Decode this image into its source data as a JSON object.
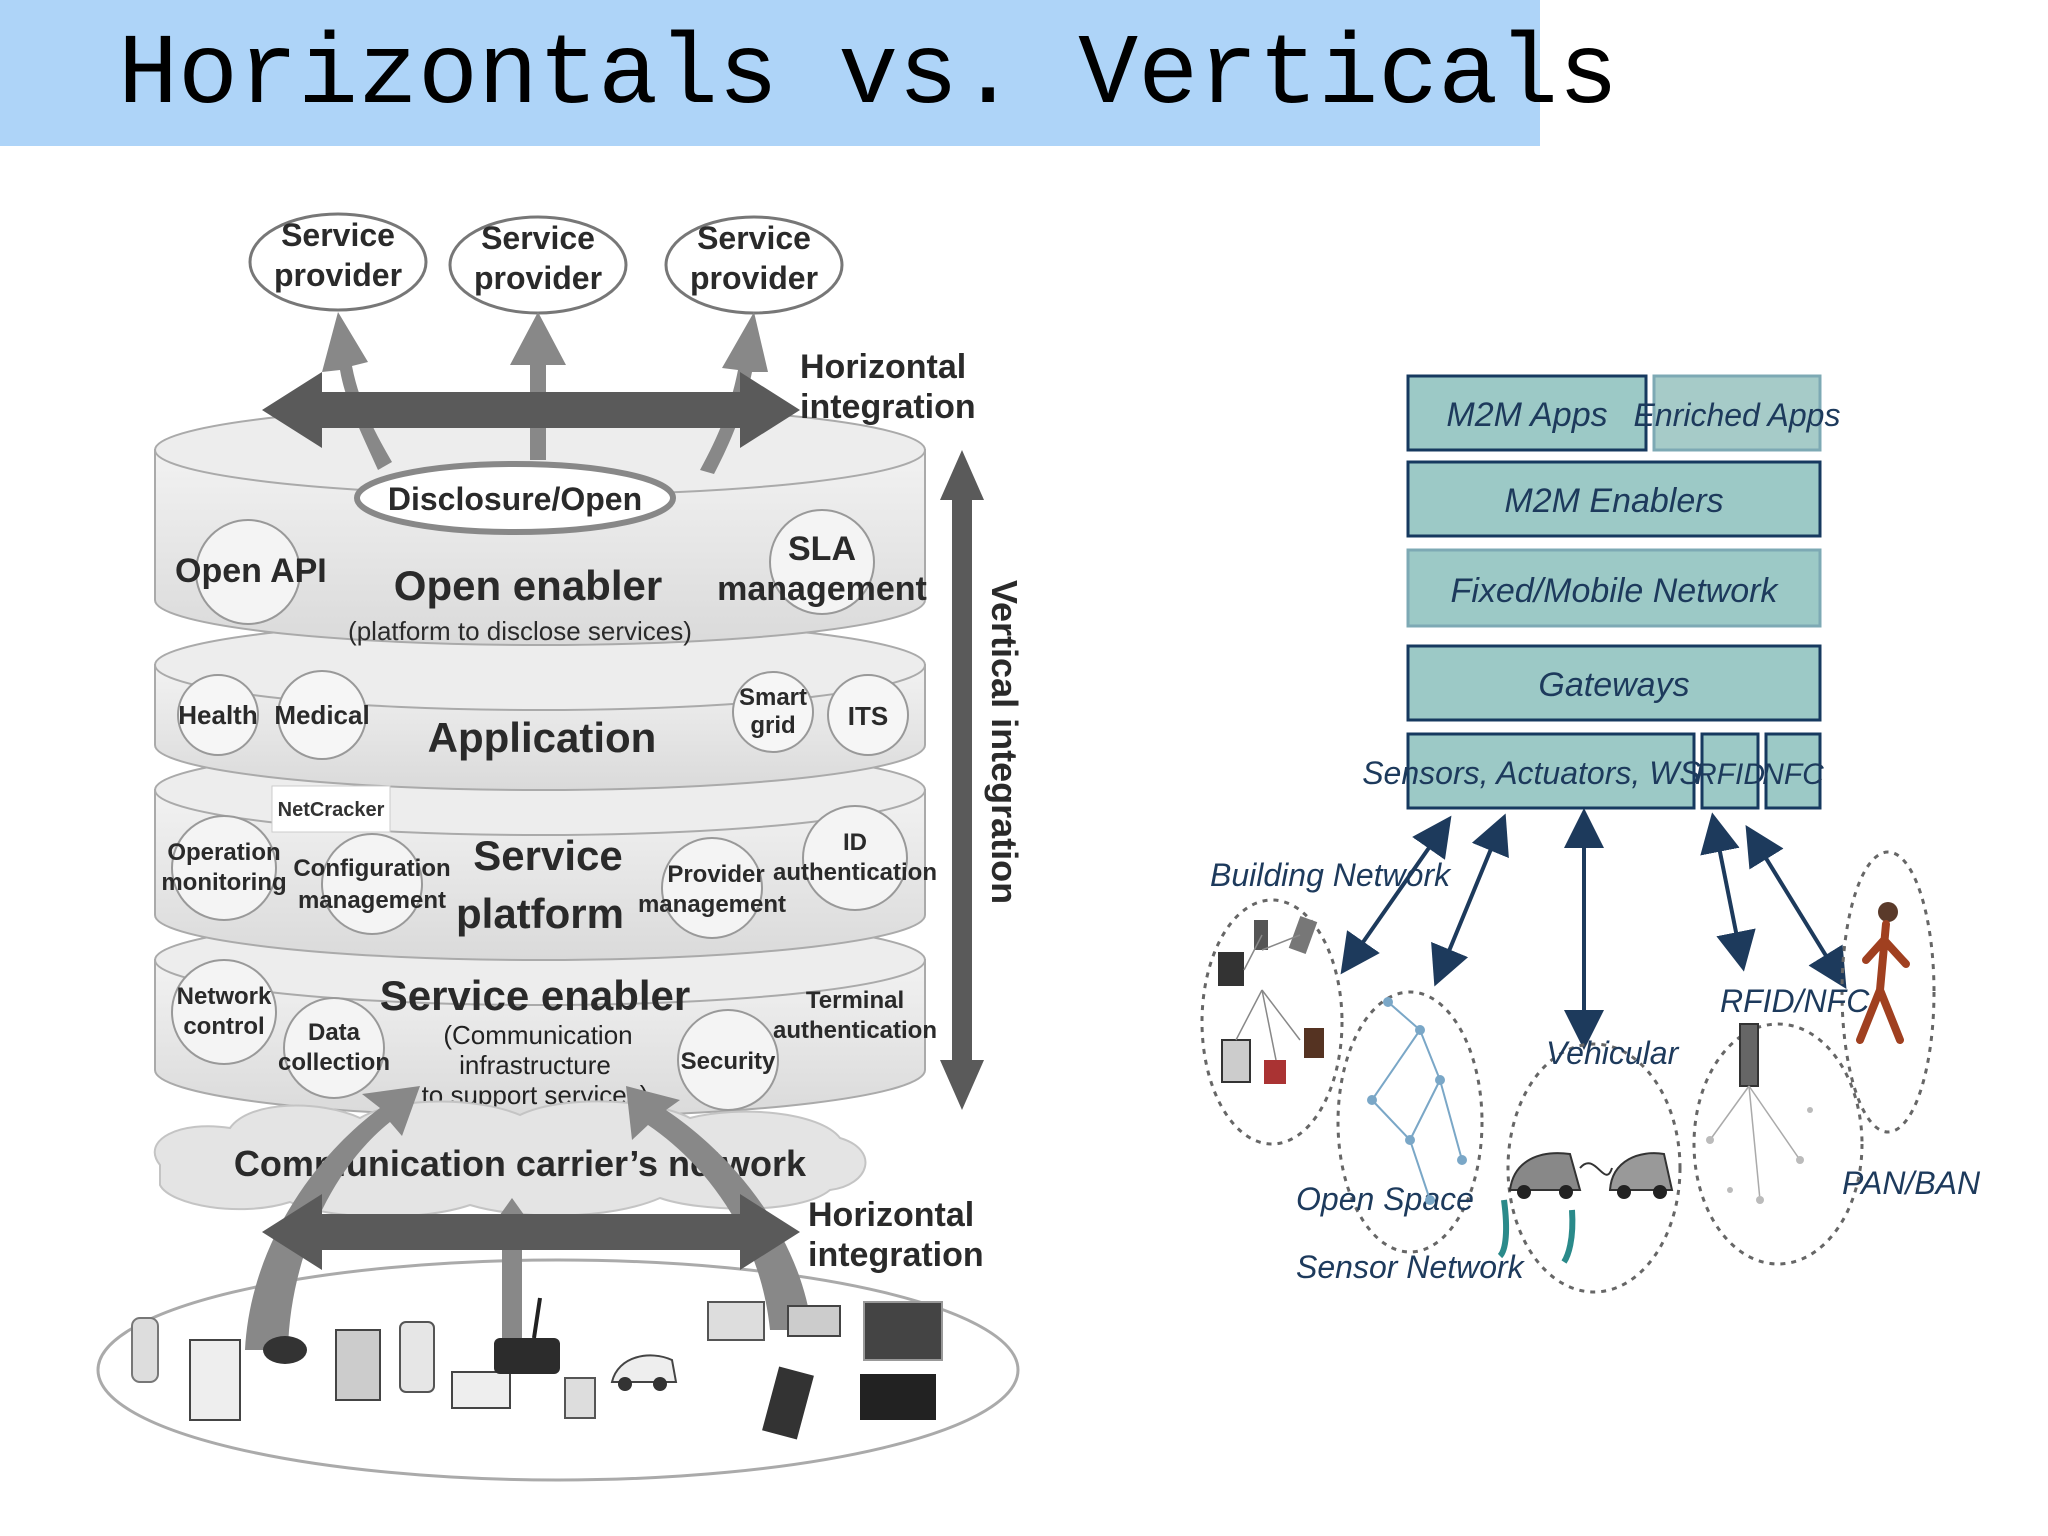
{
  "title": "Horizontals vs. Verticals",
  "left_diagram": {
    "service_providers": [
      "Service",
      "provider"
    ],
    "horizontal_integration": [
      "Horizontal",
      "integration"
    ],
    "vertical_integration": "Vertical integration",
    "disclosure": "Disclosure/Open",
    "open_api": "Open API",
    "open_enabler": "Open enabler",
    "open_enabler_sub": "(platform to disclose services)",
    "sla": [
      "SLA",
      "management"
    ],
    "health": "Health",
    "medical": "Medical",
    "application": "Application",
    "smart_grid": [
      "Smart",
      "grid"
    ],
    "its": "ITS",
    "netcracker": "NetCracker",
    "operation_monitoring": [
      "Operation",
      "monitoring"
    ],
    "configuration_management": [
      "Configuration",
      "management"
    ],
    "service_platform": [
      "Service",
      "platform"
    ],
    "provider_management": [
      "Provider",
      "management"
    ],
    "id_authentication": [
      "ID",
      "authentication"
    ],
    "network_control": [
      "Network",
      "control"
    ],
    "data_collection": [
      "Data",
      "collection"
    ],
    "service_enabler": "Service enabler",
    "service_enabler_sub": [
      "(Communication",
      "infrastructure",
      "to support services)"
    ],
    "security": "Security",
    "terminal_authentication": [
      "Terminal",
      "authentication"
    ],
    "carrier_network": "Communication carrier’s network"
  },
  "right_diagram": {
    "layers": {
      "m2m_apps": "M2M Apps",
      "enriched_apps": "Enriched Apps",
      "m2m_enablers": "M2M Enablers",
      "fixed_mobile": "Fixed/Mobile Network",
      "gateways": "Gateways",
      "sensors": "Sensors, Actuators, WSNs",
      "rfid": "RFID",
      "nfc": "NFC"
    },
    "networks": {
      "building": "Building Network",
      "open_space": [
        "Open Space",
        "Sensor Network"
      ],
      "vehicular": "Vehicular",
      "rfid_nfc": "RFID/NFC",
      "pan_ban": "PAN/BAN"
    },
    "colors": {
      "box_fill": "#9cc9c6",
      "box_border": "#16395f"
    }
  }
}
